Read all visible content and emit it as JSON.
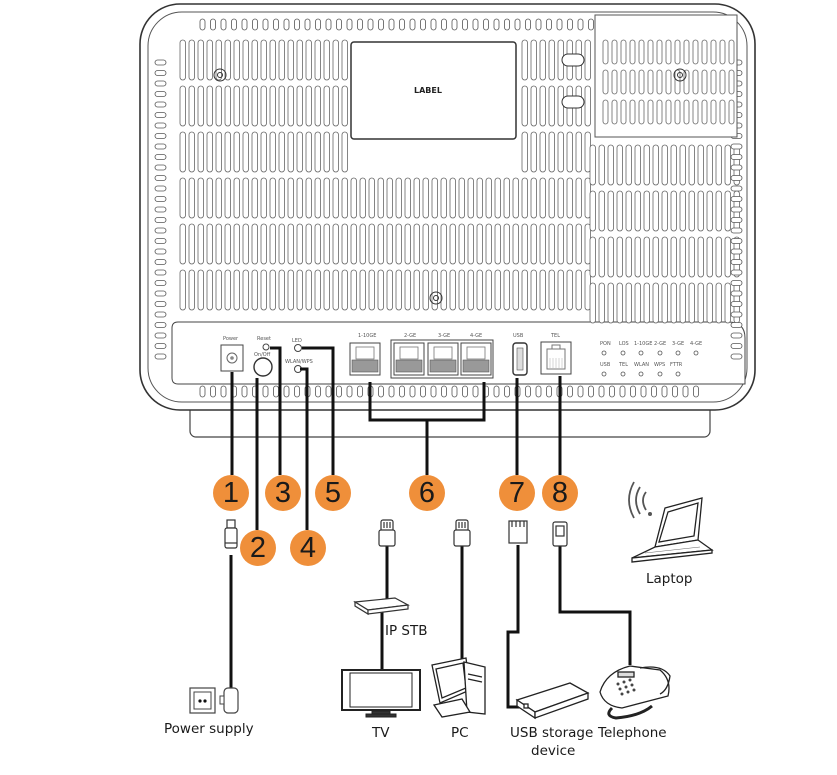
{
  "diagram": {
    "type": "router-connection-diagram",
    "device_label": "LABEL",
    "accent_color": "#ef8f3a",
    "ports": [
      {
        "callout": "1",
        "label": "Power"
      },
      {
        "callout": "2",
        "label": "On/Off"
      },
      {
        "callout": "3",
        "label": "Reset"
      },
      {
        "callout": "4",
        "label": "WLAN/WPS"
      },
      {
        "callout": "5",
        "label": "LED"
      },
      {
        "callout": "6",
        "label": "1-10GE, 2-GE, 3-GE, 4-GE"
      },
      {
        "callout": "7",
        "label": "USB"
      },
      {
        "callout": "8",
        "label": "TEL"
      }
    ],
    "port_labels": {
      "power": "Power",
      "reset": "Reset",
      "onoff": "On/Off",
      "led": "LED",
      "wlanwps": "WLAN/WPS",
      "eth1": "1-10GE",
      "eth2": "2-GE",
      "eth3": "3-GE",
      "eth4": "4-GE",
      "usb": "USB",
      "tel": "TEL"
    },
    "indicators_row1": [
      "PON",
      "LOS",
      "1-10GE",
      "2-GE",
      "3-GE",
      "4-GE"
    ],
    "indicators_row2": [
      "USB",
      "TEL",
      "WLAN",
      "WPS",
      "FTTR"
    ],
    "devices": {
      "power_supply": "Power supply",
      "ip_stb": "IP STB",
      "tv": "TV",
      "pc": "PC",
      "usb_storage_line1": "USB storage",
      "usb_storage_line2": "device",
      "telephone": "Telephone",
      "laptop": "Laptop"
    }
  }
}
